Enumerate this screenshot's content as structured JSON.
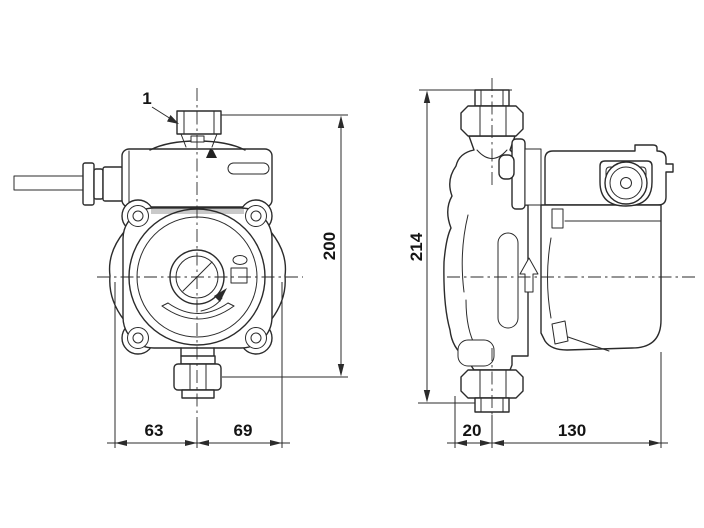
{
  "drawing": {
    "callout_label": "1",
    "dimensions": {
      "front_total_height": "200",
      "front_width_left": "63",
      "front_width_right": "69",
      "side_total_height": "214",
      "side_depth_front": "20",
      "side_depth_back": "130"
    },
    "icons": {
      "flow_direction": "up-arrow",
      "rotation_direction": "clockwise-arrow"
    },
    "colors": {
      "line": "#2b2b2b",
      "background": "#ffffff",
      "shade": "#c9c9c9"
    }
  }
}
